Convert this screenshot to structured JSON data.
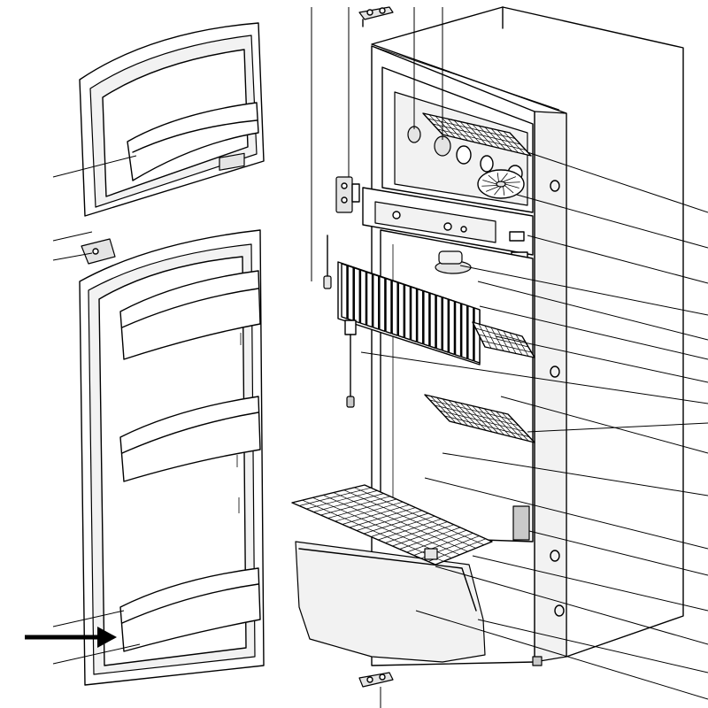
{
  "figure": {
    "kind": "exploded-view-line-drawing",
    "subject": "refrigerator",
    "labels": [],
    "colors": {
      "ink": "#000000",
      "paper": "#ffffff",
      "light": "#f2f2f2",
      "mid": "#e4e4e4",
      "shade": "#c9c9c9"
    }
  },
  "parts": [
    {
      "id": "freezer-door",
      "icon": "freezer-door-drawing"
    },
    {
      "id": "freezer-door-shelf",
      "icon": "door-shelf-drawing"
    },
    {
      "id": "hinge-upper",
      "icon": "hinge-drawing"
    },
    {
      "id": "hinge-middle",
      "icon": "hinge-drawing"
    },
    {
      "id": "hinge-lower",
      "icon": "hinge-drawing"
    },
    {
      "id": "fridge-door",
      "icon": "fridge-door-drawing"
    },
    {
      "id": "fridge-door-shelf-top",
      "icon": "door-shelf-drawing"
    },
    {
      "id": "fridge-door-shelf-middle",
      "icon": "door-shelf-drawing"
    },
    {
      "id": "fridge-door-shelf-bottom",
      "icon": "door-shelf-drawing"
    },
    {
      "id": "cabinet",
      "icon": "cabinet-drawing"
    },
    {
      "id": "freezer-shelf",
      "icon": "wire-shelf-drawing"
    },
    {
      "id": "fan",
      "icon": "fan-drawing"
    },
    {
      "id": "control-panel",
      "icon": "control-panel-drawing"
    },
    {
      "id": "cooling-fins",
      "icon": "cooling-fins-drawing"
    },
    {
      "id": "temperature-sensor",
      "icon": "sensor-drawing"
    },
    {
      "id": "wire-shelf-upper",
      "icon": "wire-shelf-drawing"
    },
    {
      "id": "wire-shelf-middle",
      "icon": "wire-shelf-drawing"
    },
    {
      "id": "wire-shelf-bottom",
      "icon": "wire-shelf-drawing"
    },
    {
      "id": "crisper-drawer",
      "icon": "drawer-drawing"
    },
    {
      "id": "rating-plate",
      "icon": "label-plate-drawing"
    },
    {
      "id": "highlight-arrow",
      "icon": "arrow-right-icon"
    }
  ]
}
